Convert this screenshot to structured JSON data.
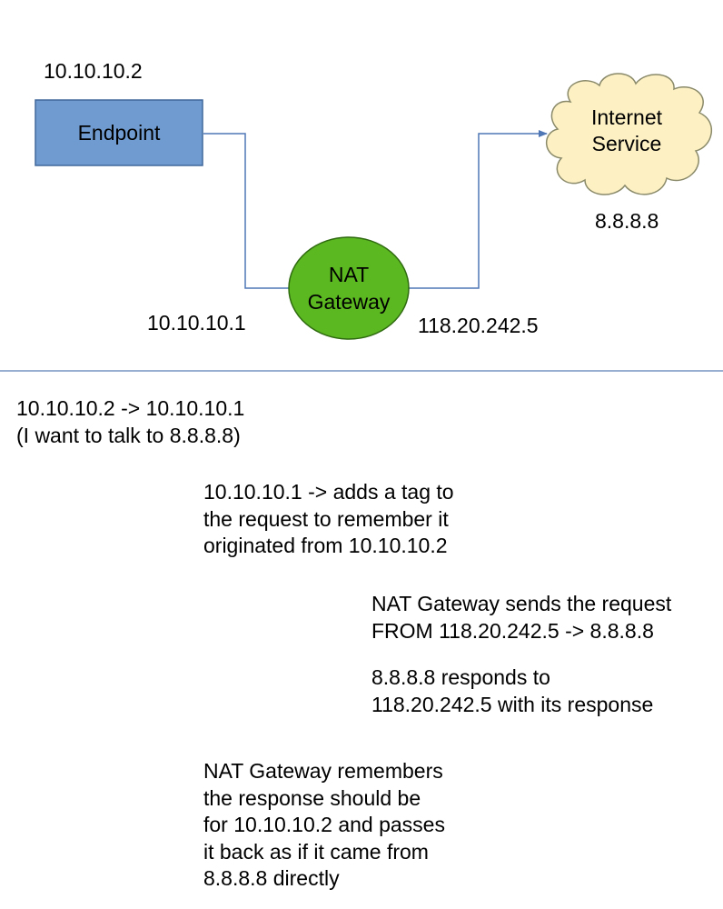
{
  "diagram": {
    "endpoint": {
      "label": "Endpoint",
      "ip": "10.10.10.2",
      "fill": "#6f9bd0"
    },
    "gateway": {
      "label_line1": "NAT",
      "label_line2": "Gateway",
      "inside_ip": "10.10.10.1",
      "outside_ip": "118.20.242.5",
      "fill": "#5cb820"
    },
    "internet": {
      "label_line1": "Internet",
      "label_line2": "Service",
      "ip": "8.8.8.8",
      "fill": "#fdf1c4"
    },
    "connector_color": "#4f77b5",
    "divider_color": "#5a7fb8"
  },
  "notes": [
    {
      "lines": [
        "10.10.10.2 -> 10.10.10.1",
        "(I want to talk to 8.8.8.8)"
      ]
    },
    {
      "lines": [
        "10.10.10.1 -> adds a tag to",
        "the request to remember it",
        "originated from 10.10.10.2"
      ]
    },
    {
      "lines": [
        "NAT Gateway sends the request",
        "FROM 118.20.242.5 -> 8.8.8.8"
      ]
    },
    {
      "lines": [
        "8.8.8.8 responds to",
        "118.20.242.5 with its response"
      ]
    },
    {
      "lines": [
        "NAT Gateway remembers",
        "the response should be",
        "for 10.10.10.2 and passes",
        "it back as if it came from",
        "8.8.8.8 directly"
      ]
    }
  ]
}
